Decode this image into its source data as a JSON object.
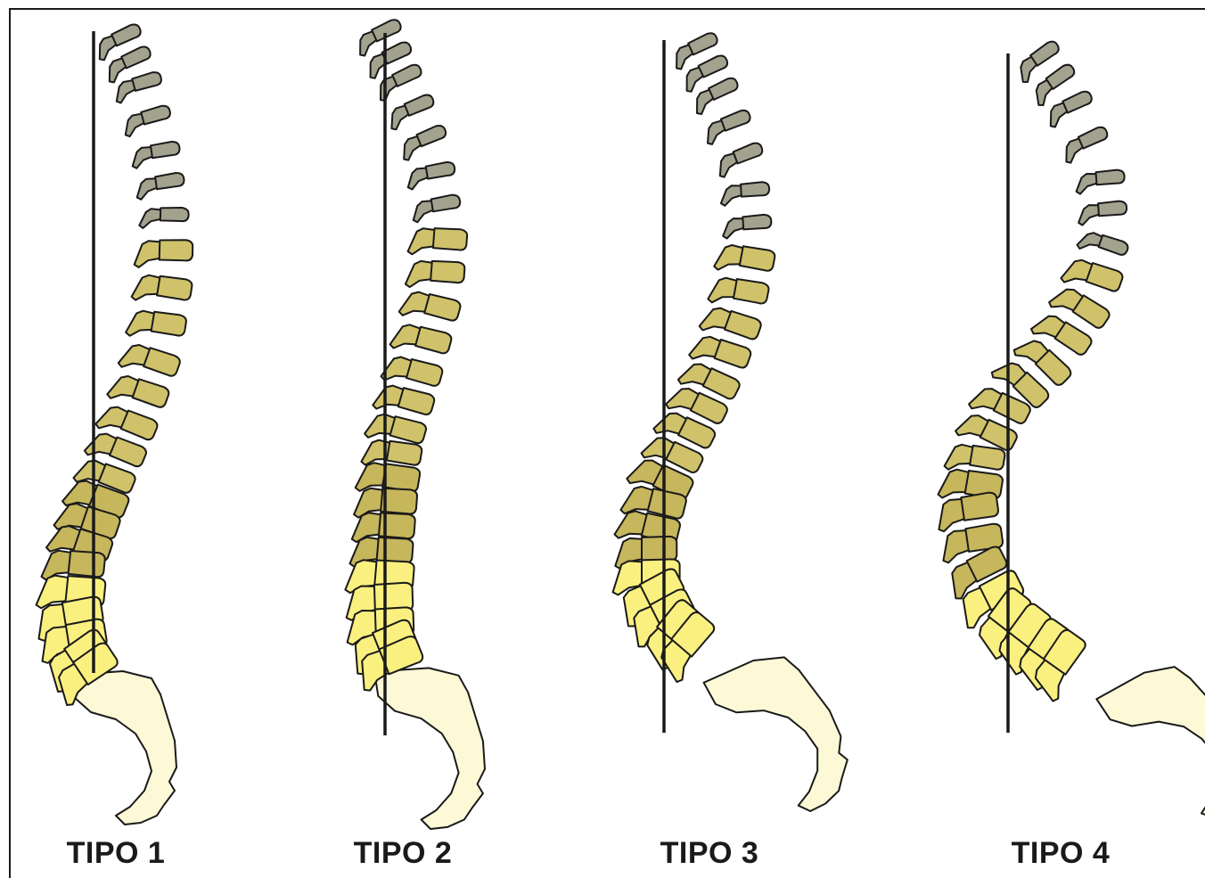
{
  "labels": {
    "type1": "TIPO 1",
    "type2": "TIPO 2",
    "type3": "TIPO 3",
    "type4": "TIPO 4"
  },
  "colors": {
    "cervical": "#a3a28e",
    "thoracic": "#cfc26a",
    "thoracic_low": "#c6b65c",
    "lumbar": "#faf080",
    "sacrum": "#fdf8d6",
    "outline": "#1a1a1a",
    "plumb_line": "#1a1a1a"
  }
}
